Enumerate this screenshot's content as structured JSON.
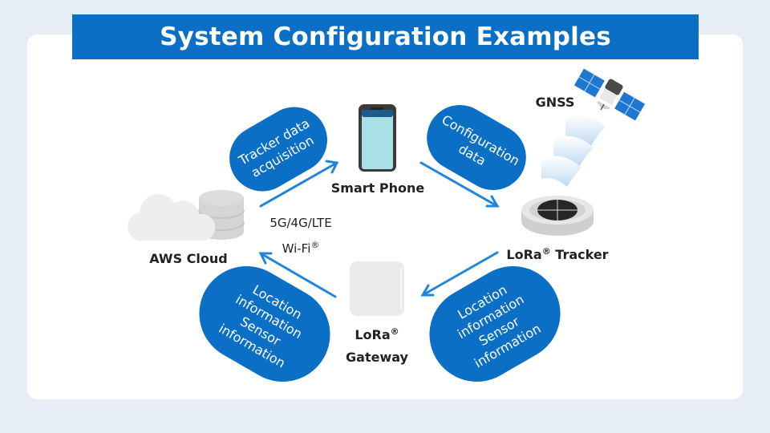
{
  "title": "System Configuration Examples",
  "colors": {
    "accent": "#0b6fc6",
    "arrow": "#1f86dc",
    "background": "#e6edf5",
    "card": "#ffffff",
    "text": "#222222"
  },
  "nodes": {
    "aws_cloud": {
      "label": "AWS Cloud",
      "icon": "cloud-database-icon"
    },
    "smart_phone": {
      "label": "Smart Phone",
      "icon": "smartphone-icon"
    },
    "gnss": {
      "label": "GNSS",
      "icon": "satellite-icon"
    },
    "lora_tracker": {
      "label_main": "LoRa",
      "label_reg": "®",
      "label_rest": " Tracker",
      "icon": "tracker-device-icon"
    },
    "lora_gateway": {
      "label_line1": "LoRa",
      "label_reg": "®",
      "label_line2": "Gateway",
      "icon": "gateway-device-icon"
    }
  },
  "network": {
    "line1": "5G/4G/LTE",
    "line2_main": "Wi-Fi",
    "line2_reg": "®"
  },
  "pills": {
    "tracker_data": {
      "lines": [
        "Tracker data",
        "acquisition"
      ]
    },
    "configuration": {
      "lines": [
        "Configuration",
        "data"
      ]
    },
    "gateway_to_cloud": {
      "lines": [
        "Location",
        "information",
        "Sensor",
        "information"
      ]
    },
    "tracker_to_gateway": {
      "lines": [
        "Location",
        "information",
        "Sensor",
        "information"
      ]
    }
  },
  "flows": [
    {
      "from": "AWS Cloud",
      "to": "Smart Phone"
    },
    {
      "from": "Smart Phone",
      "to": "LoRa Tracker"
    },
    {
      "from": "LoRa Tracker",
      "to": "LoRa Gateway"
    },
    {
      "from": "LoRa Gateway",
      "to": "AWS Cloud"
    }
  ]
}
